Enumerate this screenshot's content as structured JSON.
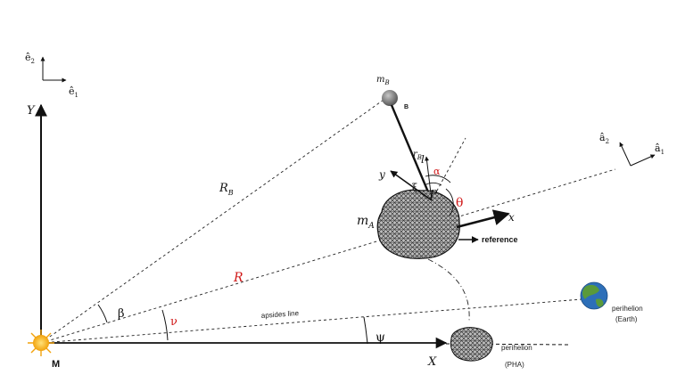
{
  "basis_sun": {
    "e2": "ê",
    "e2_sub": "2",
    "e1": "ê",
    "e1_sub": "1"
  },
  "basis_body": {
    "a2": "â",
    "a2_sub": "2",
    "a1": "â",
    "a1_sub": "1"
  },
  "axes": {
    "Y": "Y",
    "X": "X",
    "x": "x",
    "y": "y"
  },
  "labels": {
    "mB": "m",
    "mB_sub": "B",
    "B": "B",
    "RB": "R",
    "RB_sub": "B",
    "rB": "r",
    "rB_sub": "B",
    "l": "l",
    "alpha": "α",
    "xi": "ξ",
    "P": "P",
    "theta": "θ",
    "mA": "m",
    "mA_sub": "A",
    "reference": "reference",
    "R": "R",
    "beta": "β",
    "nu": "ν",
    "psi": "ψ",
    "apsides": "apsides line",
    "M": "M",
    "perihelion_earth_1": "perihelion",
    "perihelion_earth_2": "(Earth)",
    "perihelion_pha_1": "perihelion",
    "perihelion_pha_2": "(PHA)"
  },
  "colors": {
    "red": "#d01818",
    "sun": "#f2b21c",
    "earth_sea": "#2d6fb8",
    "earth_land": "#5a9a3a"
  }
}
